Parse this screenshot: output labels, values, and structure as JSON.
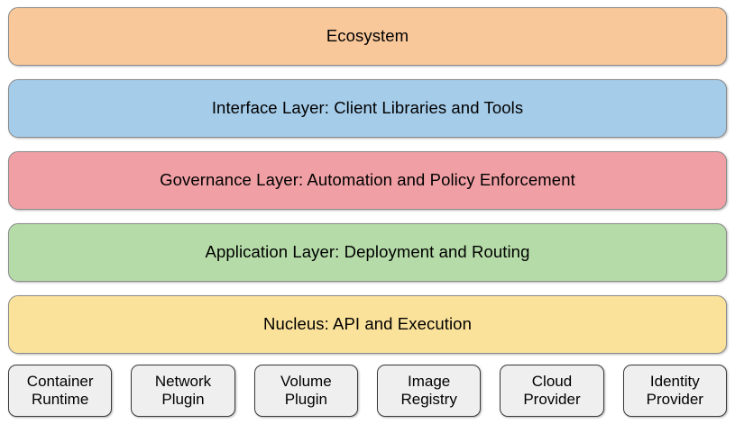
{
  "diagram": {
    "type": "layered-architecture-stack",
    "background_color": "#ffffff",
    "layers": [
      {
        "id": "ecosystem",
        "label": "Ecosystem",
        "fill_color": "#f8c89a",
        "border_color": "#8a8a8a"
      },
      {
        "id": "interface-layer",
        "label": "Interface Layer: Client Libraries and Tools",
        "fill_color": "#a5cce9",
        "border_color": "#8a8a8a"
      },
      {
        "id": "governance-layer",
        "label": "Governance Layer: Automation and Policy Enforcement",
        "fill_color": "#f0a0a5",
        "border_color": "#8a8a8a"
      },
      {
        "id": "application-layer",
        "label": "Application Layer: Deployment and Routing",
        "fill_color": "#b5dca8",
        "border_color": "#8a8a8a"
      },
      {
        "id": "nucleus",
        "label": "Nucleus: API and Execution",
        "fill_color": "#fbe29b",
        "border_color": "#8a8a8a"
      }
    ],
    "components": [
      {
        "id": "container-runtime",
        "lines": [
          "Container",
          "Runtime"
        ],
        "fill_color": "#efefef",
        "border_color": "#3a3a3a"
      },
      {
        "id": "network-plugin",
        "lines": [
          "Network",
          "Plugin"
        ],
        "fill_color": "#efefef",
        "border_color": "#3a3a3a"
      },
      {
        "id": "volume-plugin",
        "lines": [
          "Volume",
          "Plugin"
        ],
        "fill_color": "#efefef",
        "border_color": "#3a3a3a"
      },
      {
        "id": "image-registry",
        "lines": [
          "Image",
          "Registry"
        ],
        "fill_color": "#efefef",
        "border_color": "#3a3a3a"
      },
      {
        "id": "cloud-provider",
        "lines": [
          "Cloud",
          "Provider"
        ],
        "fill_color": "#efefef",
        "border_color": "#3a3a3a"
      },
      {
        "id": "identity-provider",
        "lines": [
          "Identity",
          "Provider"
        ],
        "fill_color": "#efefef",
        "border_color": "#3a3a3a"
      }
    ]
  }
}
